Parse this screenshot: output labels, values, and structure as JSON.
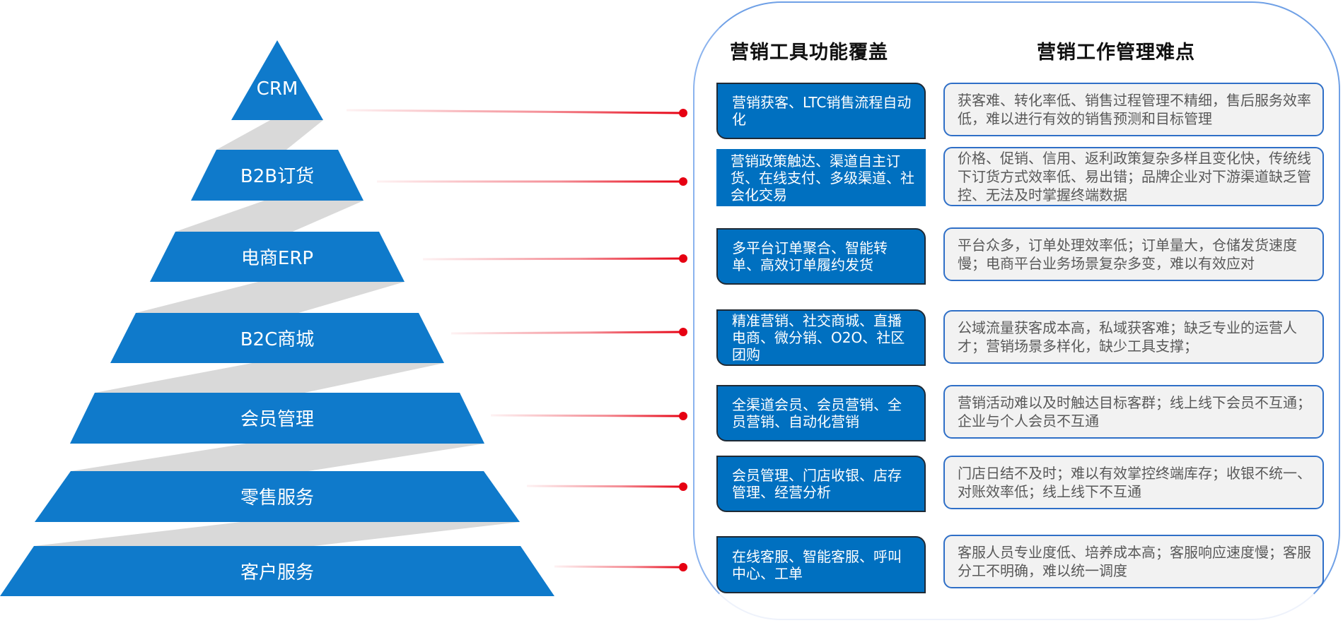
{
  "colors": {
    "pyramid_blue": "#0f7acb",
    "shadow_grey": "#d9d9d9",
    "feature_box_blue": "#0070c0",
    "pain_box_bg": "#f2f2f2",
    "pain_box_border": "#2f6fc7",
    "connector_red": "#e60012",
    "panel_border": "#6fa0e6"
  },
  "pyramid": {
    "layers": [
      {
        "label": "CRM"
      },
      {
        "label": "B2B订货"
      },
      {
        "label": "电商ERP"
      },
      {
        "label": "B2C商城"
      },
      {
        "label": "会员管理"
      },
      {
        "label": "零售服务"
      },
      {
        "label": "客户服务"
      }
    ]
  },
  "panel": {
    "features_title": "营销工具功能覆盖",
    "pain_points_title": "营销工作管理难点",
    "rows": [
      {
        "feature": "营销获客、LTC销售流程自动化",
        "pain": "获客难、转化率低、销售过程管理不精细，售后服务效率低，难以进行有效的销售预测和目标管理"
      },
      {
        "feature": "营销政策触达、渠道自主订货、在线支付、多级渠道、社会化交易",
        "pain": "价格、促销、信用、返利政策复杂多样且变化快，传统线下订货方式效率低、易出错；品牌企业对下游渠道缺乏管控、无法及时掌握终端数据"
      },
      {
        "feature": "多平台订单聚合、智能转单、高效订单履约发货",
        "pain": "平台众多，订单处理效率低；订单量大，仓储发货速度慢；电商平台业务场景复杂多变，难以有效应对"
      },
      {
        "feature": "精准营销、社交商城、直播电商、微分销、O2O、社区团购",
        "pain": "公域流量获客成本高，私域获客难；缺乏专业的运营人才；营销场景多样化，缺少工具支撑；"
      },
      {
        "feature": "全渠道会员、会员营销、全员营销、自动化营销",
        "pain": "营销活动难以及时触达目标客群；线上线下会员不互通；企业与个人会员不互通"
      },
      {
        "feature": "会员管理、门店收银、店存管理、经营分析",
        "pain": "门店日结不及时；难以有效掌控终端库存；收银不统一、对账效率低；线上线下不互通"
      },
      {
        "feature": "在线客服、智能客服、呼叫中心、工单",
        "pain": "客服人员专业度低、培养成本高；客服响应速度慢；客服分工不明确，难以统一调度"
      }
    ]
  }
}
